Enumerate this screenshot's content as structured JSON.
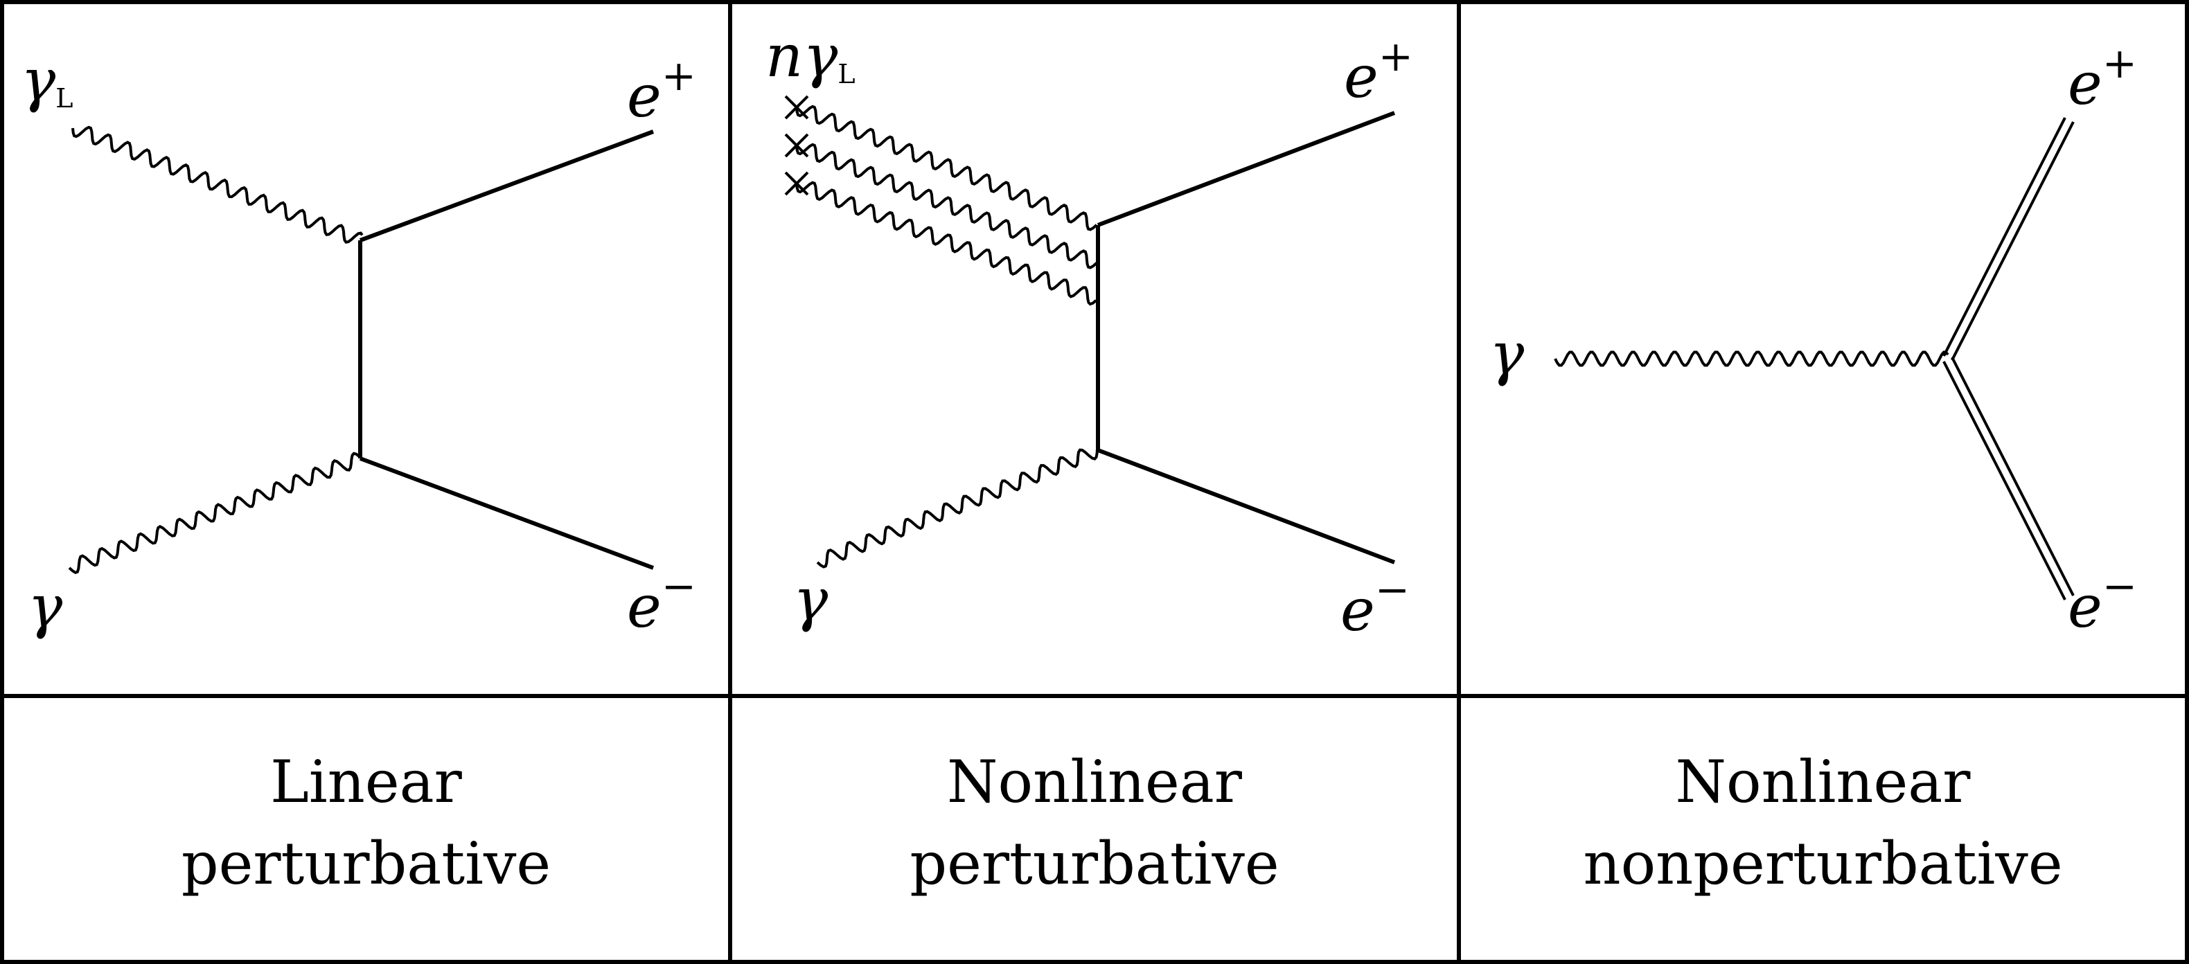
{
  "panels": [
    {
      "caption_line1": "Linear",
      "caption_line2": "perturbative",
      "labels": {
        "in_top": "γ",
        "in_top_sub": "L",
        "in_bottom": "γ",
        "out_top": "e",
        "out_top_sup": "+",
        "out_bottom": "e",
        "out_bottom_sup": "−"
      }
    },
    {
      "caption_line1": "Nonlinear",
      "caption_line2": "perturbative",
      "labels": {
        "in_top_prefix": "n",
        "in_top": "γ",
        "in_top_sub": "L",
        "in_bottom": "γ",
        "out_top": "e",
        "out_top_sup": "+",
        "out_bottom": "e",
        "out_bottom_sup": "−"
      }
    },
    {
      "caption_line1": "Nonlinear",
      "caption_line2": "nonperturbative",
      "labels": {
        "in": "γ",
        "out_top": "e",
        "out_top_sup": "+",
        "out_bottom": "e",
        "out_bottom_sup": "−"
      }
    }
  ]
}
